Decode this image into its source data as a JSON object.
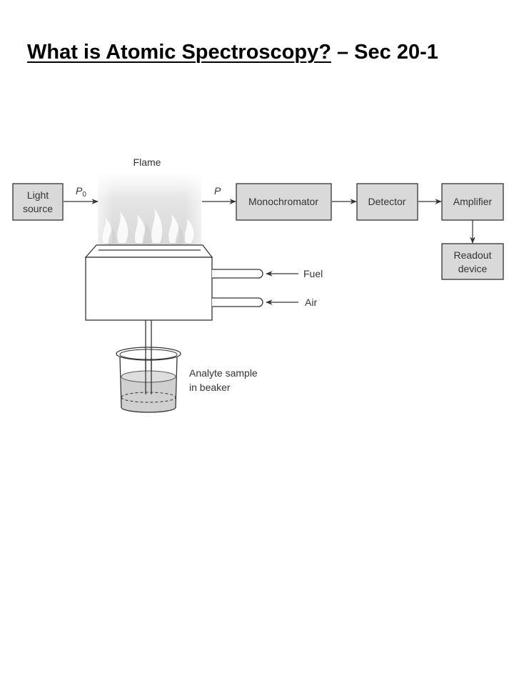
{
  "title": {
    "main": "What is Atomic Spectroscopy?",
    "suffix": " – Sec 20-1"
  },
  "diagram": {
    "flame_label": "Flame",
    "light_source": [
      "Light",
      "source"
    ],
    "p0_label": "P",
    "p0_subscript": "0",
    "p_label": "P",
    "monochromator": "Monochromator",
    "detector": "Detector",
    "amplifier": "Amplifier",
    "readout": [
      "Readout",
      "device"
    ],
    "fuel": "Fuel",
    "air": "Air",
    "analyte": [
      "Analyte sample",
      "in beaker"
    ]
  },
  "colors": {
    "box_fill": "#d9d9d9",
    "stroke": "#333333",
    "liquid": "#d0d0d0"
  }
}
